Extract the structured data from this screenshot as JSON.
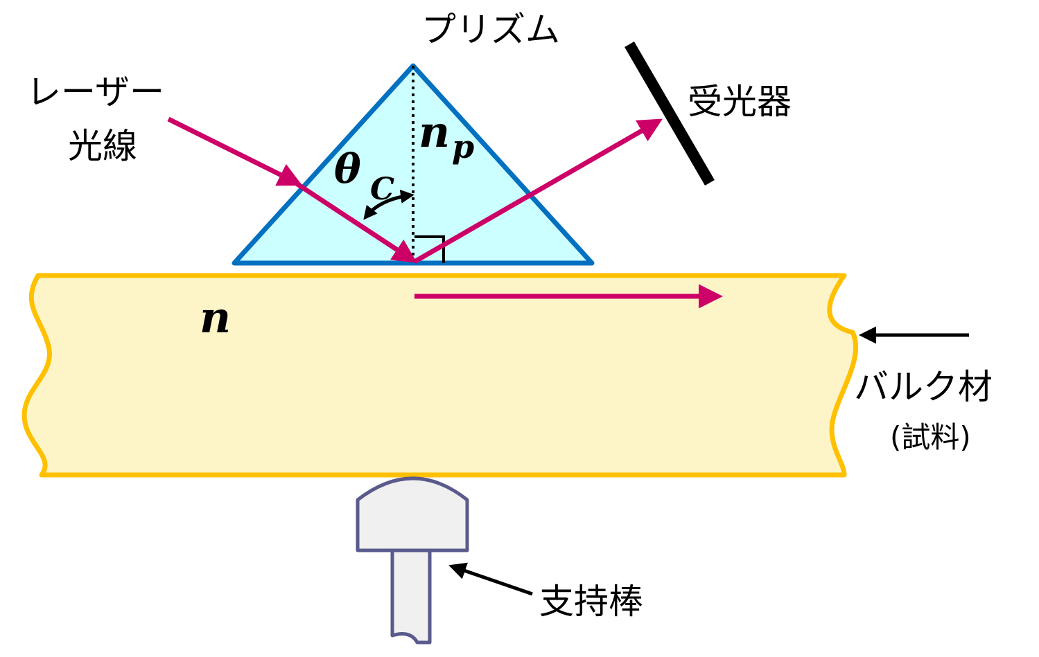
{
  "labels": {
    "prism": "プリズム",
    "laser_line1": "レーザー",
    "laser_line2": "光線",
    "receiver": "受光器",
    "bulk_line1": "バルク材",
    "bulk_line2": "(試料)",
    "support": "支持棒"
  },
  "symbols": {
    "theta": "θ",
    "theta_sub": "C",
    "np_main": "n",
    "np_sub": "p",
    "n_bulk": "n"
  },
  "colors": {
    "prism_fill": "#ccffff",
    "prism_stroke": "#0070c0",
    "laser": "#cc0066",
    "bulk_fill": "#fdf4c8",
    "bulk_stroke": "#ffc000",
    "support_fill": "#f0f0f0",
    "support_stroke": "#5a5a8c",
    "receiver": "#000000"
  }
}
